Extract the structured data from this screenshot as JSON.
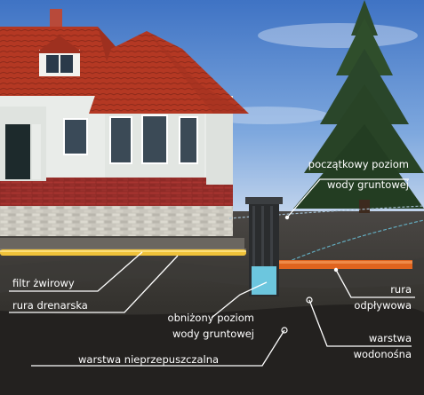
{
  "labels": {
    "initial_level_1": "początkowy poziom",
    "initial_level_2": "wody gruntowej",
    "gravel_filter": "filtr żwirowy",
    "drain_pipe": "rura drenarska",
    "lowered_level_1": "obniżony poziom",
    "lowered_level_2": "wody gruntowej",
    "outflow_pipe_1": "rura",
    "outflow_pipe_2": "odpływowa",
    "impermeable_layer": "warstwa nieprzepuszczalna",
    "aquifer_1": "warstwa",
    "aquifer_2": "wodonośna"
  },
  "colors": {
    "sky": "#6d9ad6",
    "roof": "#b83a26",
    "wall": "#e9ece9",
    "brick": "#9e2f2b",
    "soil": "#3a3836",
    "deep_soil": "#2c2a28",
    "gravel": "#6a6660",
    "drain_pipe": "#f0c23a",
    "outflow_pipe": "#e0641e",
    "well": "#2a2c2e",
    "water": "#6cc6de",
    "tree": "#2f4a2c",
    "leader": "#ffffff"
  }
}
